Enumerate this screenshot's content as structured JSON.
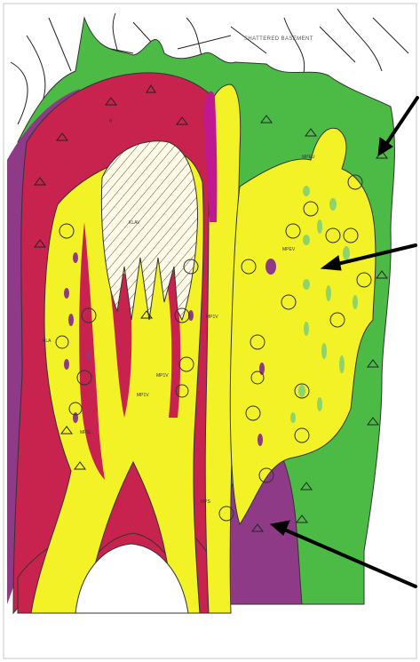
{
  "labels": {
    "top_caption": "SHATTERED BASEMENT",
    "unit_right_upper": "MPEU",
    "unit_right_mid": "MPEV",
    "unit_core": "KLAV",
    "unit_b": "B",
    "unit_left": "KLA",
    "unit_mid_1": "MP1V",
    "unit_mid_2": "MP1V",
    "unit_mid_3": "MP1V",
    "unit_left_low": "MP1L",
    "unit_lower": "MPS"
  },
  "colors": {
    "paper": "#ffffff",
    "frame": "#c9c9c9",
    "green": "#4cbb45",
    "light_green": "#8ed46c",
    "crimson": "#c8234e",
    "purple": "#8e3a86",
    "magenta": "#c01891",
    "yellow": "#f2f227",
    "outline": "#333333",
    "arrow": "#000000"
  },
  "icons": {
    "marker": "triangle-icon",
    "clast": "circle-icon"
  }
}
